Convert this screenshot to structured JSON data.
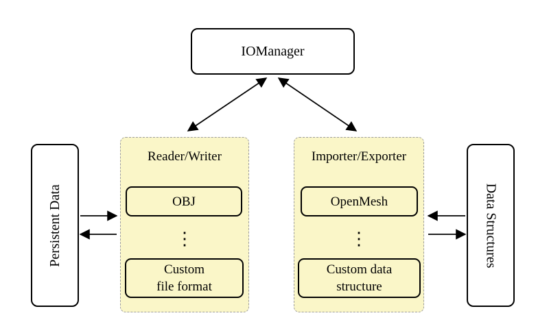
{
  "nodes": {
    "io_manager": {
      "label": "IOManager"
    },
    "persistent_data": {
      "label": "Persistent Data"
    },
    "data_structures": {
      "label": "Data Structures"
    },
    "reader_writer": {
      "title": "Reader/Writer",
      "item_top": "OBJ",
      "ellipsis": "⋮",
      "item_bottom_line1": "Custom",
      "item_bottom_line2": "file format"
    },
    "importer_exporter": {
      "title": "Importer/Exporter",
      "item_top": "OpenMesh",
      "ellipsis": "⋮",
      "item_bottom_line1": "Custom data",
      "item_bottom_line2": "structure"
    }
  },
  "colors": {
    "background": "#ffffff",
    "group_fill": "#faf6c8",
    "group_border": "#9c9c9c",
    "node_border": "#000000",
    "arrow": "#000000"
  }
}
